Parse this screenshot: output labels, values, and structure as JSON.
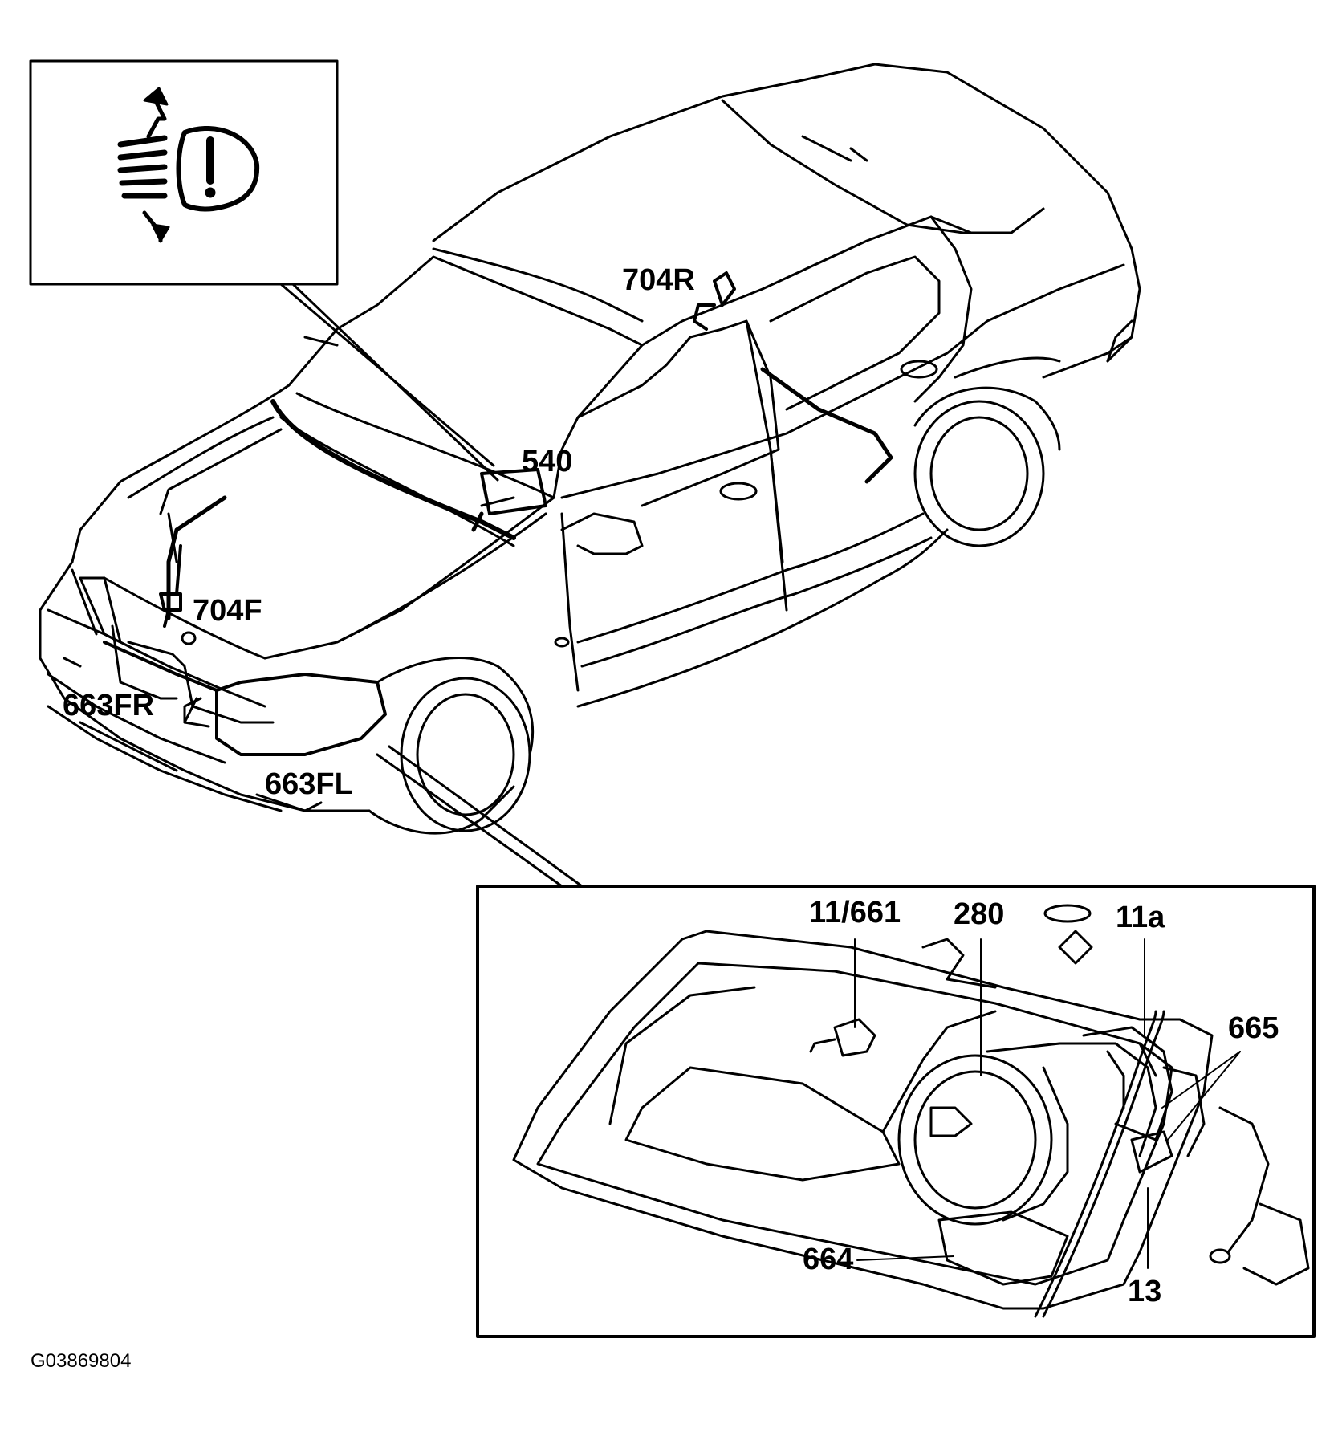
{
  "labels": {
    "l704R": "704R",
    "l540": "540",
    "l704F": "704F",
    "l663FR": "663FR",
    "l663FL": "663FL",
    "l11_661": "11/661",
    "l280": "280",
    "l11a": "11a",
    "l665": "665",
    "l664": "664",
    "l13": "13"
  },
  "figure_id": "G03869804",
  "icons": {
    "inset_symbol": "headlight-leveling-warning-icon",
    "car": "sedan-car-outline",
    "headlamp": "headlamp-assembly-exploded"
  },
  "colors": {
    "line": "#000000",
    "background": "#ffffff"
  }
}
